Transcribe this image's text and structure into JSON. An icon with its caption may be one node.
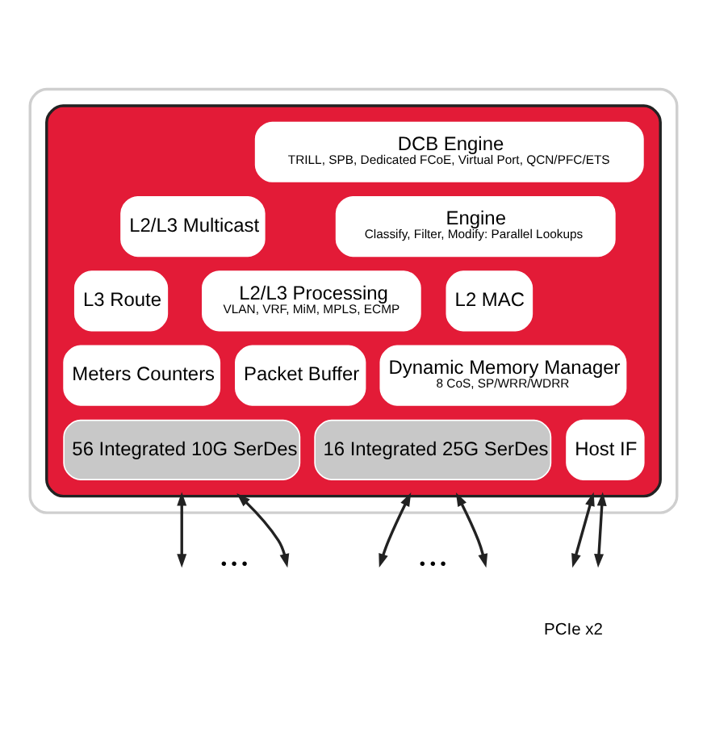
{
  "diagram": {
    "nodes": [
      {
        "text": [],
        "shape": "box"
      },
      {
        "text": [],
        "shape": "box",
        "in": 0
      },
      {
        "text": [
          "DCB Engine",
          "TRILL, SPB, Dedicated FCoE, Virtual Port, QCN/PFC/ETS"
        ],
        "in": 1
      },
      {
        "text": [
          "Engine",
          "Classify, Filter, Modify: Parallel Lookups"
        ],
        "in": 1
      },
      {
        "text": [
          "L2/L3 Multicast"
        ],
        "in": 1
      },
      {
        "text": [
          "L2 MAC"
        ],
        "in": 1
      },
      {
        "text": [
          "L2/L3 Processing",
          "VLAN, VRF, MiM, MPLS, ECMP"
        ],
        "in": 1
      },
      {
        "text": [
          "L3 Route"
        ],
        "in": 1
      },
      {
        "text": [
          "Dynamic Memory Manager",
          "8 CoS, SP/WRR/WDRR"
        ],
        "in": 1
      },
      {
        "text": [
          "Packet Buffer"
        ],
        "in": 1
      },
      {
        "text": [
          "Meters Counters"
        ],
        "in": 1
      },
      {
        "text": [
          "56 Integrated 10G SerDes"
        ],
        "in": 1
      },
      {
        "text": [
          "16 Integrated 25G SerDes"
        ],
        "in": 1
      },
      {
        "text": [
          "Host IF"
        ],
        "in": 1
      }
    ],
    "edges": [
      {
        "from": 1,
        "to": null,
        "arrow": "both"
      },
      {
        "from": 1,
        "to": null,
        "arrow": "both"
      },
      {
        "from": 1,
        "to": null,
        "arrow": "both"
      },
      {
        "from": 1,
        "to": null,
        "arrow": "both"
      },
      {
        "from": 1,
        "to": null,
        "arrow": "both"
      },
      {
        "from": 1,
        "to": null,
        "arrow": "both"
      }
    ],
    "labels": [
      "• • •",
      "• • •",
      "PCIe x2"
    ]
  }
}
